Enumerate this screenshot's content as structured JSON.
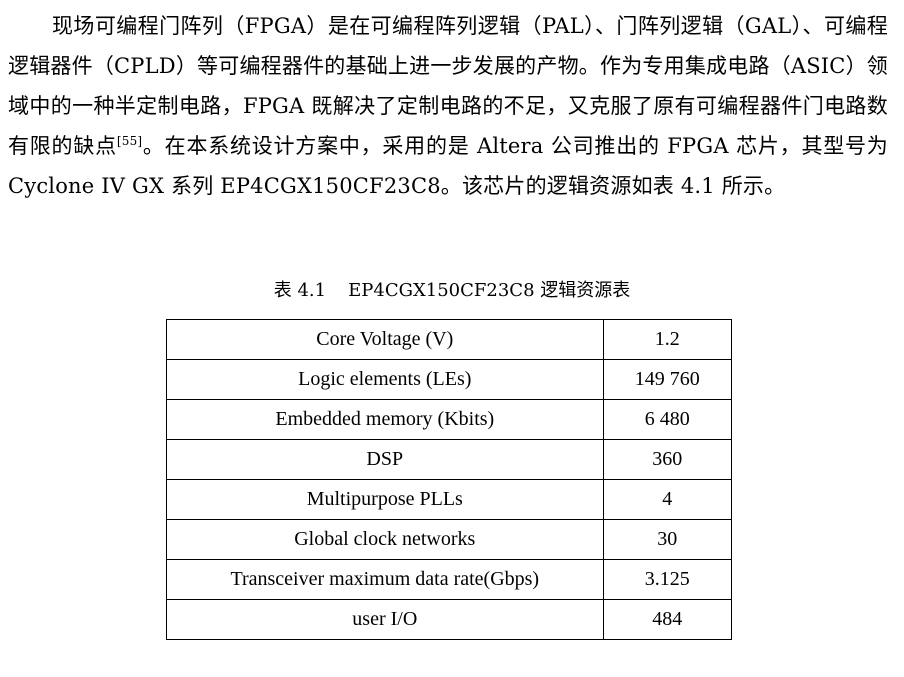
{
  "paragraph": {
    "part1": "现场可编程门阵列（FPGA）是在可编程阵列逻辑（PAL）、门阵列逻辑（GAL）、可编程逻辑器件（CPLD）等可编程器件的基础上进一步发展的产物。作为专用集成电路（ASIC）领域中的一种半定制电路，FPGA 既解决了定制电路的不足，又克服了原有可编程器件门电路数有限的缺点",
    "citation": "[55]",
    "part2": "。在本系统设计方案中，采用的是 Altera 公司推出的 FPGA 芯片，其型号为 Cyclone IV GX  系列 EP4CGX150CF23C8。该芯片的逻辑资源如表 4.1 所示。"
  },
  "caption": {
    "number": "表 4.1",
    "title": "EP4CGX150CF23C8 逻辑资源表"
  },
  "table": {
    "rows": [
      {
        "param": "Core Voltage (V)",
        "value": "1.2"
      },
      {
        "param": "Logic elements (LEs)",
        "value": "149 760"
      },
      {
        "param": "Embedded memory (Kbits)",
        "value": "6 480"
      },
      {
        "param": "DSP",
        "value": "360"
      },
      {
        "param": "Multipurpose PLLs",
        "value": "4"
      },
      {
        "param": "Global clock networks",
        "value": "30"
      },
      {
        "param": "Transceiver maximum data rate(Gbps)",
        "value": "3.125"
      },
      {
        "param": "user I/O",
        "value": "484"
      }
    ]
  }
}
